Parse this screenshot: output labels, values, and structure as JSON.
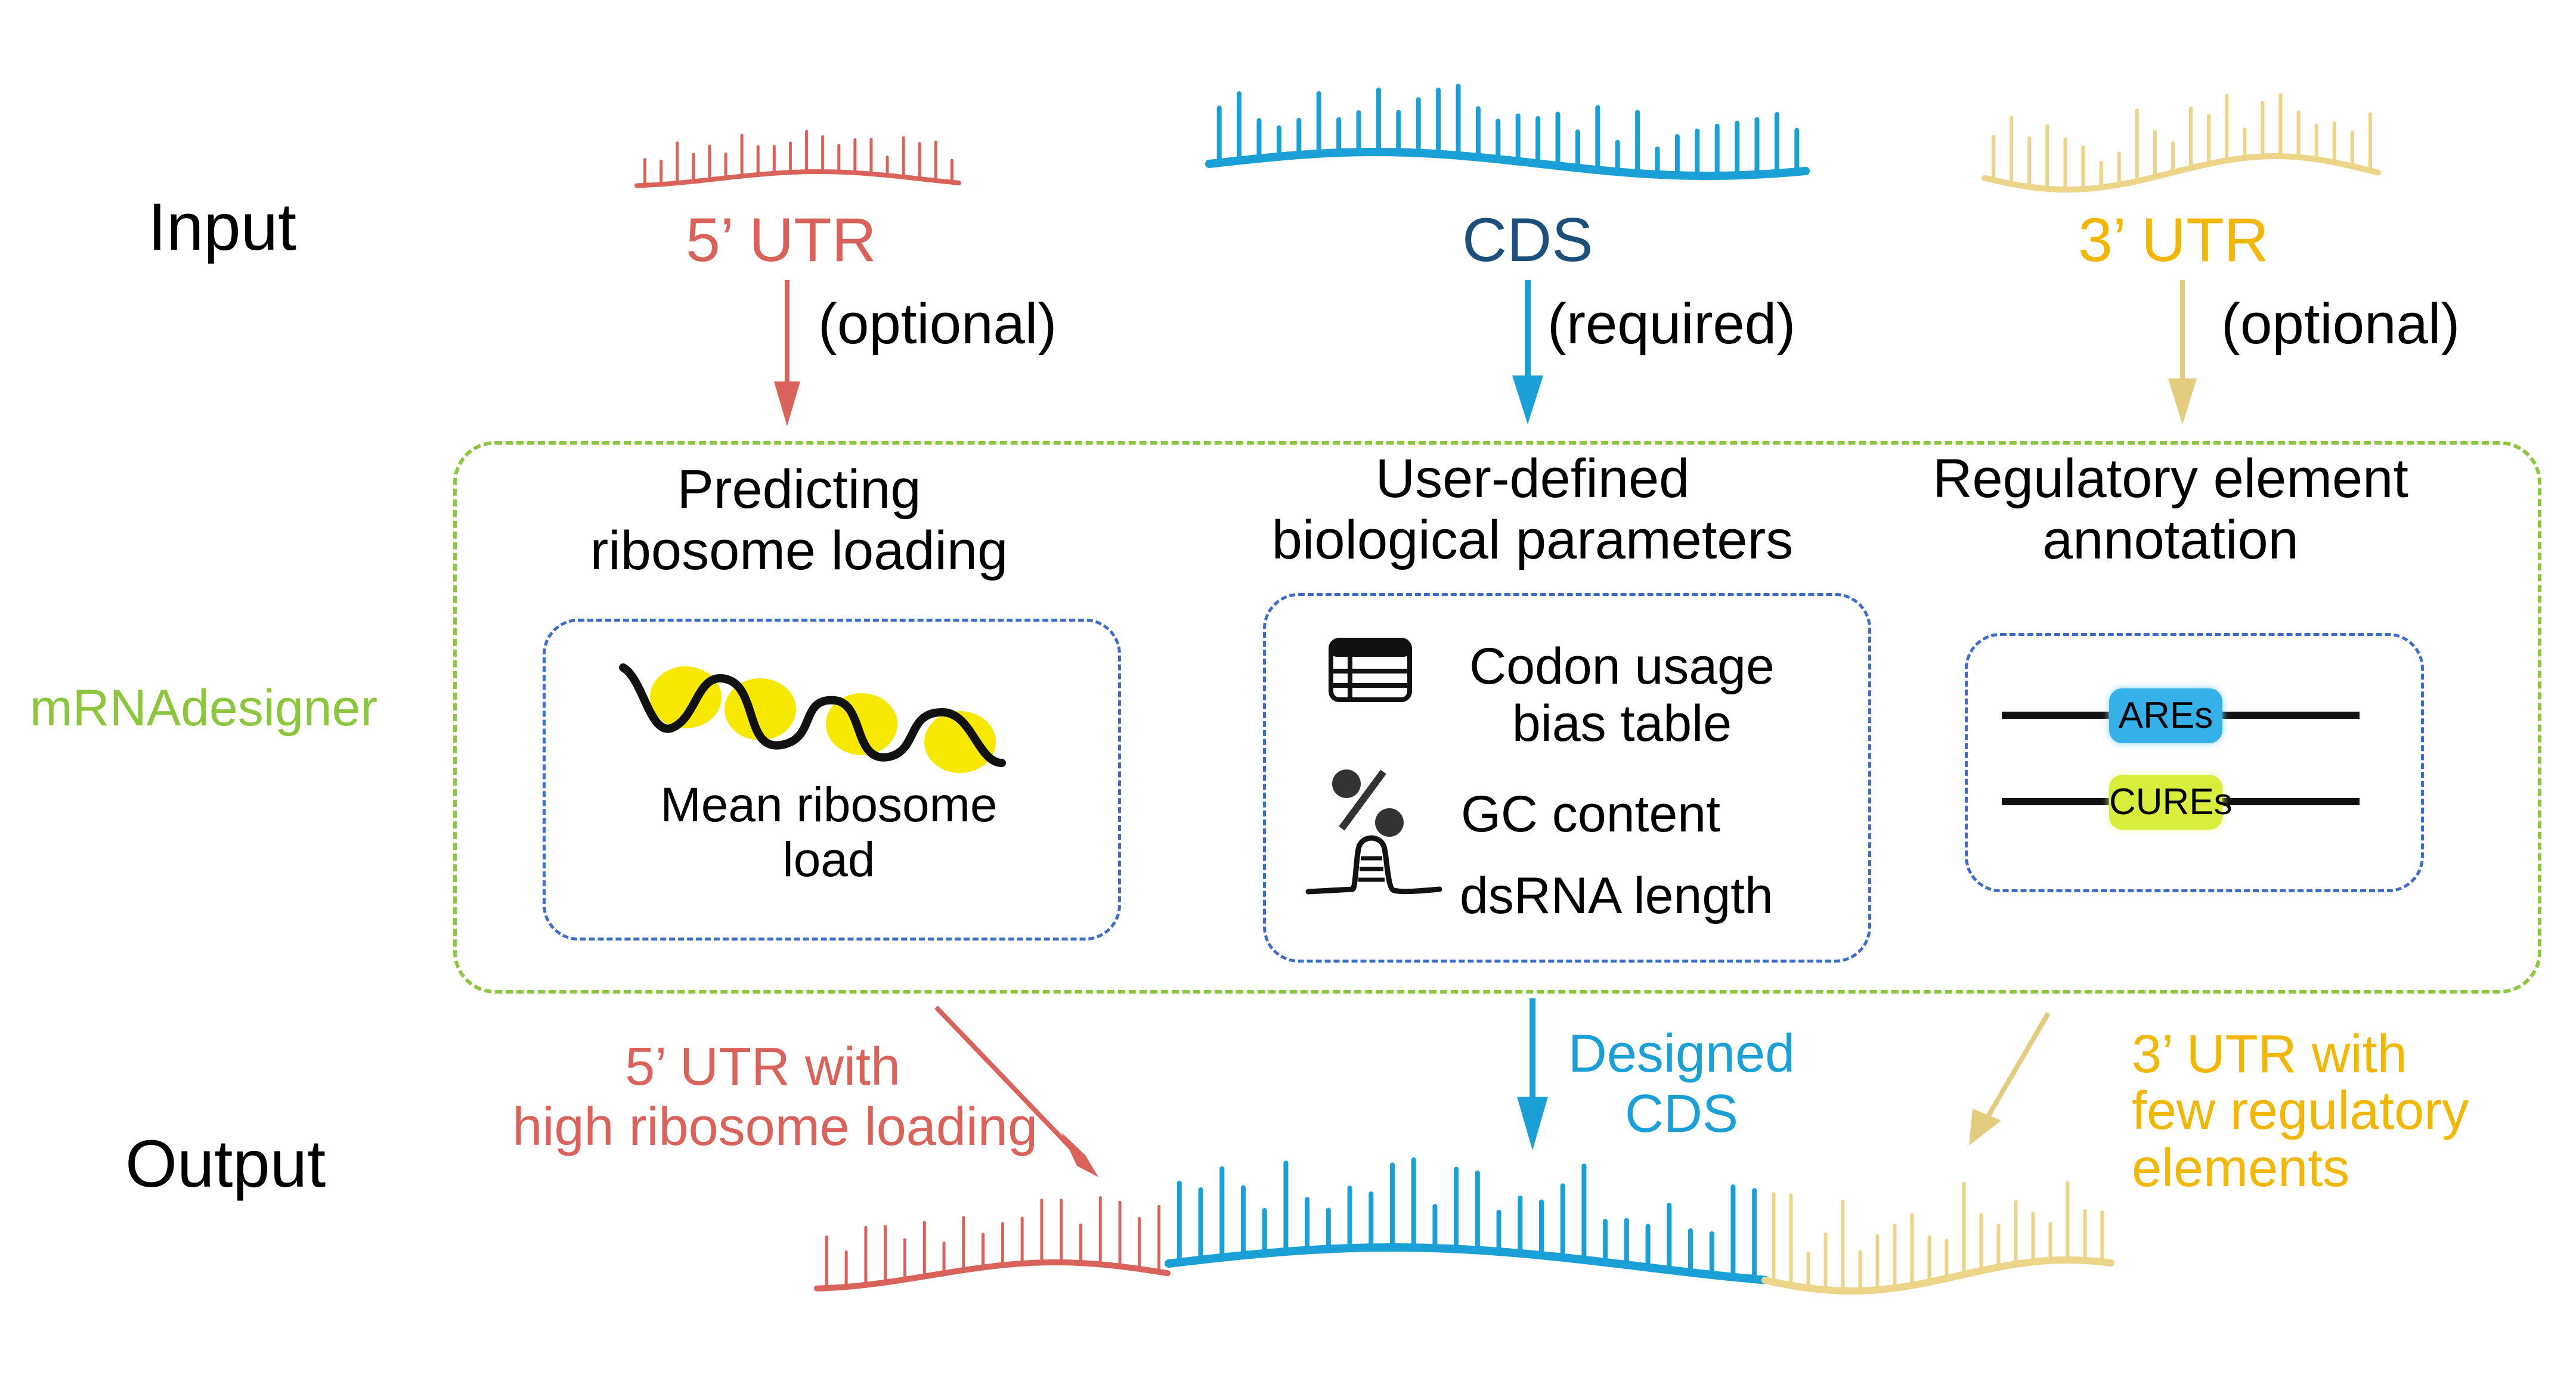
{
  "colors": {
    "utr5": "#d9635b",
    "cds": "#1a9fd6",
    "cds_label": "#1c4f7a",
    "utr3_strand": "#ecd488",
    "utr3_label": "#f2b705",
    "green": "#8cc63f",
    "blue_dash": "#3d6ccc",
    "ribosome": "#f7e800",
    "ares": "#35b0e8",
    "cures": "#d9ee3c"
  },
  "rows": {
    "input_label": "Input",
    "output_label": "Output",
    "tool_label": "mRNAdesigner"
  },
  "inputs": [
    {
      "id": "utr5",
      "label": "5’ UTR",
      "requirement": "(optional)"
    },
    {
      "id": "cds",
      "label": "CDS",
      "requirement": "(required)"
    },
    {
      "id": "utr3",
      "label": "3’ UTR",
      "requirement": "(optional)"
    }
  ],
  "modules": {
    "ribosome": {
      "title_lines": [
        "Predicting",
        "ribosome loading"
      ],
      "box_lines": [
        "Mean ribosome",
        "load"
      ],
      "icon": "ribosomes-on-mrna-icon"
    },
    "params": {
      "title_lines": [
        "User-defined",
        "biological parameters"
      ],
      "items": [
        {
          "icon": "table-icon",
          "lines": [
            "Codon usage",
            "bias table"
          ]
        },
        {
          "icon": "percent-icon",
          "lines": [
            "GC content"
          ]
        },
        {
          "icon": "hairpin-icon",
          "lines": [
            "dsRNA length"
          ]
        }
      ]
    },
    "regulatory": {
      "title_lines": [
        "Regulatory element",
        "annotation"
      ],
      "elements": [
        "AREs",
        "CUREs"
      ]
    }
  },
  "outputs": [
    {
      "id": "utr5",
      "lines": [
        "5’ UTR with",
        "high ribosome loading"
      ]
    },
    {
      "id": "cds",
      "lines": [
        "Designed",
        "CDS"
      ]
    },
    {
      "id": "utr3",
      "lines": [
        "3’ UTR with",
        "few regulatory",
        "elements"
      ]
    }
  ]
}
